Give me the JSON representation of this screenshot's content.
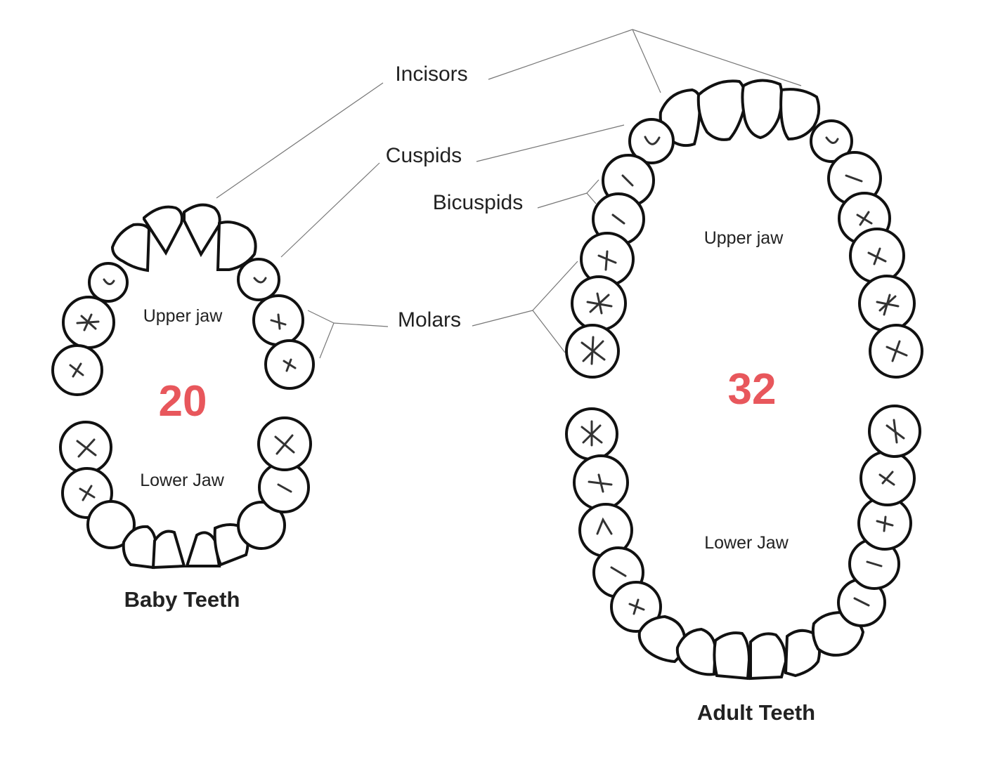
{
  "labels": {
    "incisors": "Incisors",
    "cuspids": "Cuspids",
    "bicuspids": "Bicuspids",
    "molars": "Molars"
  },
  "baby": {
    "title": "Baby Teeth",
    "count": "20",
    "upper_label": "Upper jaw",
    "lower_label": "Lower Jaw"
  },
  "adult": {
    "title": "Adult Teeth",
    "count": "32",
    "upper_label": "Upper jaw",
    "lower_label": "Lower Jaw"
  },
  "colors": {
    "count": "#e8575c",
    "outline": "#111111",
    "leader": "#777777",
    "text": "#222222"
  }
}
